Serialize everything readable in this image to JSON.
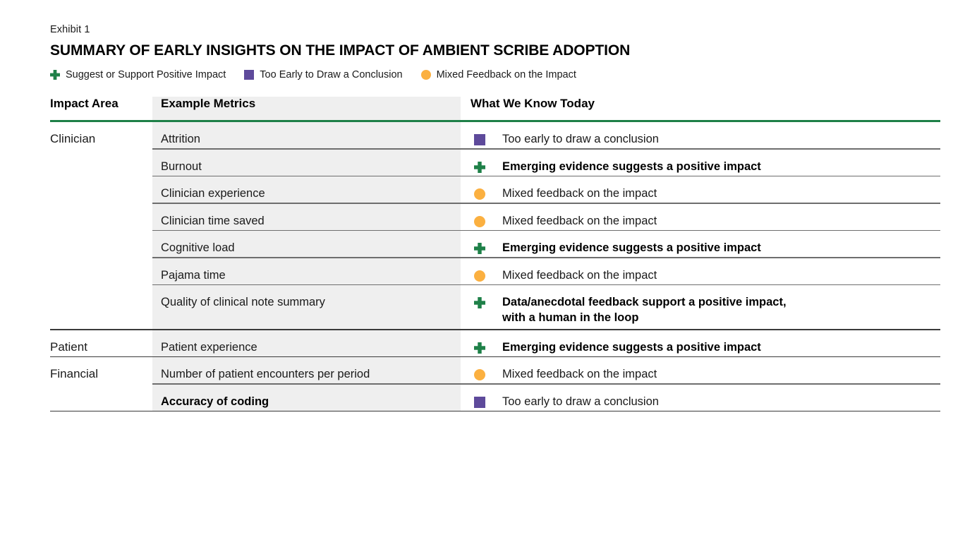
{
  "header": {
    "exhibit_label": "Exhibit 1",
    "title": "SUMMARY OF EARLY INSIGHTS ON THE IMPACT OF AMBIENT SCRIBE  ADOPTION"
  },
  "legend": {
    "items": [
      {
        "icon": "plus-icon",
        "color": "#1e8048",
        "label": "Suggest or Support Positive Impact"
      },
      {
        "icon": "square-icon",
        "color": "#5e4a9b",
        "label": "Too Early to Draw a Conclusion"
      },
      {
        "icon": "circle-icon",
        "color": "#fbb040",
        "label": "Mixed Feedback on the Impact"
      }
    ]
  },
  "table": {
    "columns": {
      "impact_area": "Impact Area",
      "example_metrics": "Example Metrics",
      "what_we_know": "What We Know Today"
    },
    "rule_color": "#1e8048",
    "band_color": "#efefef",
    "groups": [
      {
        "area": "Clinician",
        "rows": [
          {
            "metric": "Attrition",
            "metric_bold": false,
            "icon": "square-icon",
            "icon_color": "#5e4a9b",
            "status": "Too early to draw a conclusion",
            "status_bold": false,
            "lines": 1
          },
          {
            "metric": "Burnout",
            "metric_bold": false,
            "icon": "plus-icon",
            "icon_color": "#1e8048",
            "status": "Emerging evidence suggests a positive impact",
            "status_bold": true,
            "lines": 1
          },
          {
            "metric": "Clinician experience",
            "metric_bold": false,
            "icon": "circle-icon",
            "icon_color": "#fbb040",
            "status": "Mixed feedback on the impact",
            "status_bold": false,
            "lines": 1
          },
          {
            "metric": "Clinician time saved",
            "metric_bold": false,
            "icon": "circle-icon",
            "icon_color": "#fbb040",
            "status": "Mixed feedback on the impact",
            "status_bold": false,
            "lines": 1
          },
          {
            "metric": "Cognitive load",
            "metric_bold": false,
            "icon": "plus-icon",
            "icon_color": "#1e8048",
            "status": "Emerging evidence suggests a positive impact",
            "status_bold": true,
            "lines": 1
          },
          {
            "metric": "Pajama time",
            "metric_bold": false,
            "icon": "circle-icon",
            "icon_color": "#fbb040",
            "status": "Mixed feedback on the impact",
            "status_bold": false,
            "lines": 1
          },
          {
            "metric": "Quality of clinical note summary",
            "metric_bold": false,
            "icon": "plus-icon",
            "icon_color": "#1e8048",
            "status": "Data/anecdotal feedback support a positive impact, with a human in the loop",
            "status_line_1": "Data/anecdotal feedback support a positive impact,",
            "status_line_2": "with a human in the loop",
            "status_bold": true,
            "lines": 2
          }
        ]
      },
      {
        "area": "Patient",
        "rows": [
          {
            "metric": "Patient experience",
            "metric_bold": false,
            "icon": "plus-icon",
            "icon_color": "#1e8048",
            "status": "Emerging evidence suggests a positive impact",
            "status_bold": true,
            "lines": 1
          }
        ]
      },
      {
        "area": "Financial",
        "rows": [
          {
            "metric": "Number of patient encounters per period",
            "metric_bold": false,
            "icon": "circle-icon",
            "icon_color": "#fbb040",
            "status": "Mixed feedback on the impact",
            "status_bold": false,
            "lines": 1
          },
          {
            "metric": "Accuracy of coding",
            "metric_bold": true,
            "icon": "square-icon",
            "icon_color": "#5e4a9b",
            "status": "Too early to draw a conclusion",
            "status_bold": false,
            "lines": 1
          }
        ]
      }
    ]
  }
}
